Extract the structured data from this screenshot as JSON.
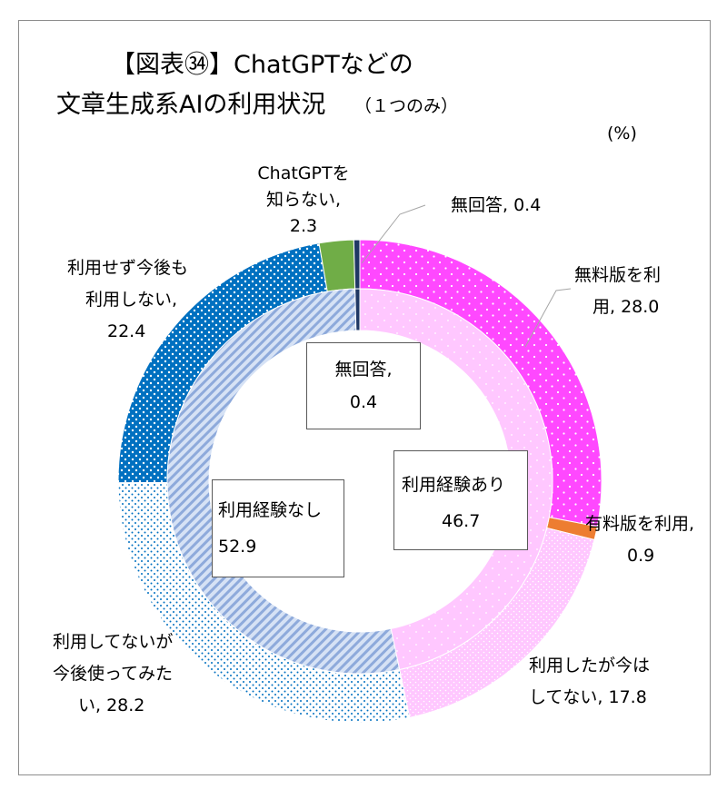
{
  "title": {
    "line1": "【図表㉞】ChatGPTなどの",
    "line2": "文章生成系AIの利用状況",
    "note": "（１つのみ）"
  },
  "unit": "(%)",
  "chart_data": {
    "type": "pie",
    "subtype": "donut-two-ring",
    "start_angle_deg": 0,
    "direction": "clockwise",
    "inner": {
      "slices": [
        {
          "key": "used",
          "name": "利用経験あり",
          "value": 46.7,
          "color": "#ffc7ff",
          "pattern": "dots-light"
        },
        {
          "key": "notused",
          "name": "利用経験なし",
          "value": 52.9,
          "color": "#c5d5ef",
          "pattern": "diagonal-stripes"
        },
        {
          "key": "na",
          "name": "無回答",
          "value": 0.4,
          "color": "#1f3864",
          "pattern": "solid"
        }
      ],
      "labels": {
        "used": {
          "l1": "利用経験あり",
          "l2": "46.7"
        },
        "notused": {
          "l1": "利用経験なし",
          "l2": "52.9"
        },
        "na": {
          "l1": "無回答,",
          "l2": "0.4"
        }
      }
    },
    "outer": {
      "slices": [
        {
          "key": "free",
          "name": "無料版を利用",
          "value": 28.0,
          "color": "#ff48ff",
          "pattern": "dots"
        },
        {
          "key": "paid",
          "name": "有料版を利用",
          "value": 0.9,
          "color": "#ed7d31",
          "pattern": "solid"
        },
        {
          "key": "past",
          "name": "利用したが今はしてない",
          "value": 17.8,
          "color": "#ffc7ff",
          "pattern": "dots-dense"
        },
        {
          "key": "want",
          "name": "利用してないが今後使ってみたい",
          "value": 28.2,
          "color": "#ffffff",
          "pattern": "dots-blue"
        },
        {
          "key": "never",
          "name": "利用せず今後も利用しない",
          "value": 22.4,
          "color": "#0070c0",
          "pattern": "dots-white"
        },
        {
          "key": "unknown",
          "name": "ChatGPTを知らない",
          "value": 2.3,
          "color": "#70ad47",
          "pattern": "solid"
        },
        {
          "key": "na",
          "name": "無回答",
          "value": 0.4,
          "color": "#1f3864",
          "pattern": "solid"
        }
      ],
      "labels": {
        "free": {
          "l1": "無料版を利",
          "l2": "用, 28.0"
        },
        "paid": {
          "l1": "有料版を利用,",
          "l2": "0.9"
        },
        "past": {
          "l1": "利用したが今は",
          "l2": "してない, 17.8"
        },
        "want": {
          "l1": "利用してないが",
          "l2": "今後使ってみた",
          "l3": "い, 28.2"
        },
        "never": {
          "l1": "利用せず今後も",
          "l2": "利用しない,",
          "l3": "22.4"
        },
        "unknown": {
          "l1": "ChatGPTを",
          "l2": "知らない,",
          "l3": "2.3"
        },
        "na": {
          "l1": "無回答, 0.4"
        }
      }
    }
  }
}
